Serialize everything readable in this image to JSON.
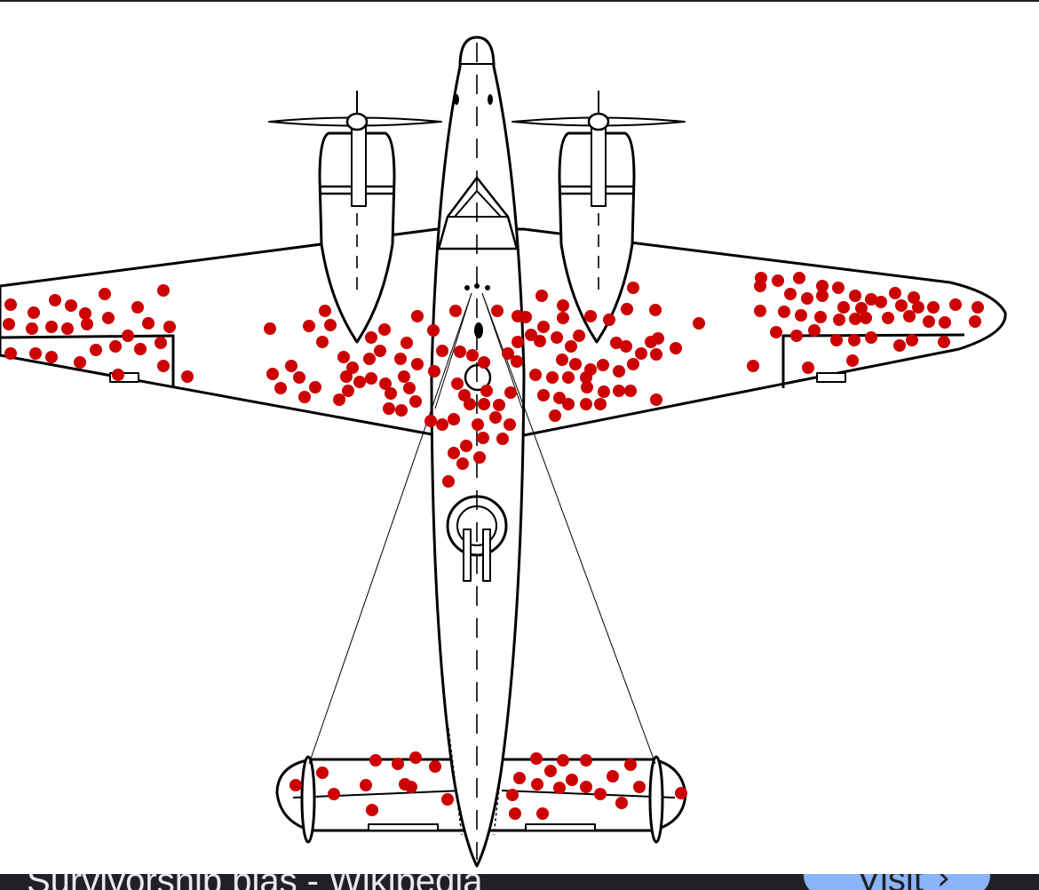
{
  "caption": {
    "text": "Survivorship bias - Wikipedia",
    "visit_label": "Visit",
    "visit_icon": "chevron-right-icon"
  },
  "image": {
    "subject": "twin-engine aircraft top view with red damage markers",
    "line_color": "#000000",
    "fill_color": "#ffffff",
    "marker_color": "#cc0000"
  }
}
